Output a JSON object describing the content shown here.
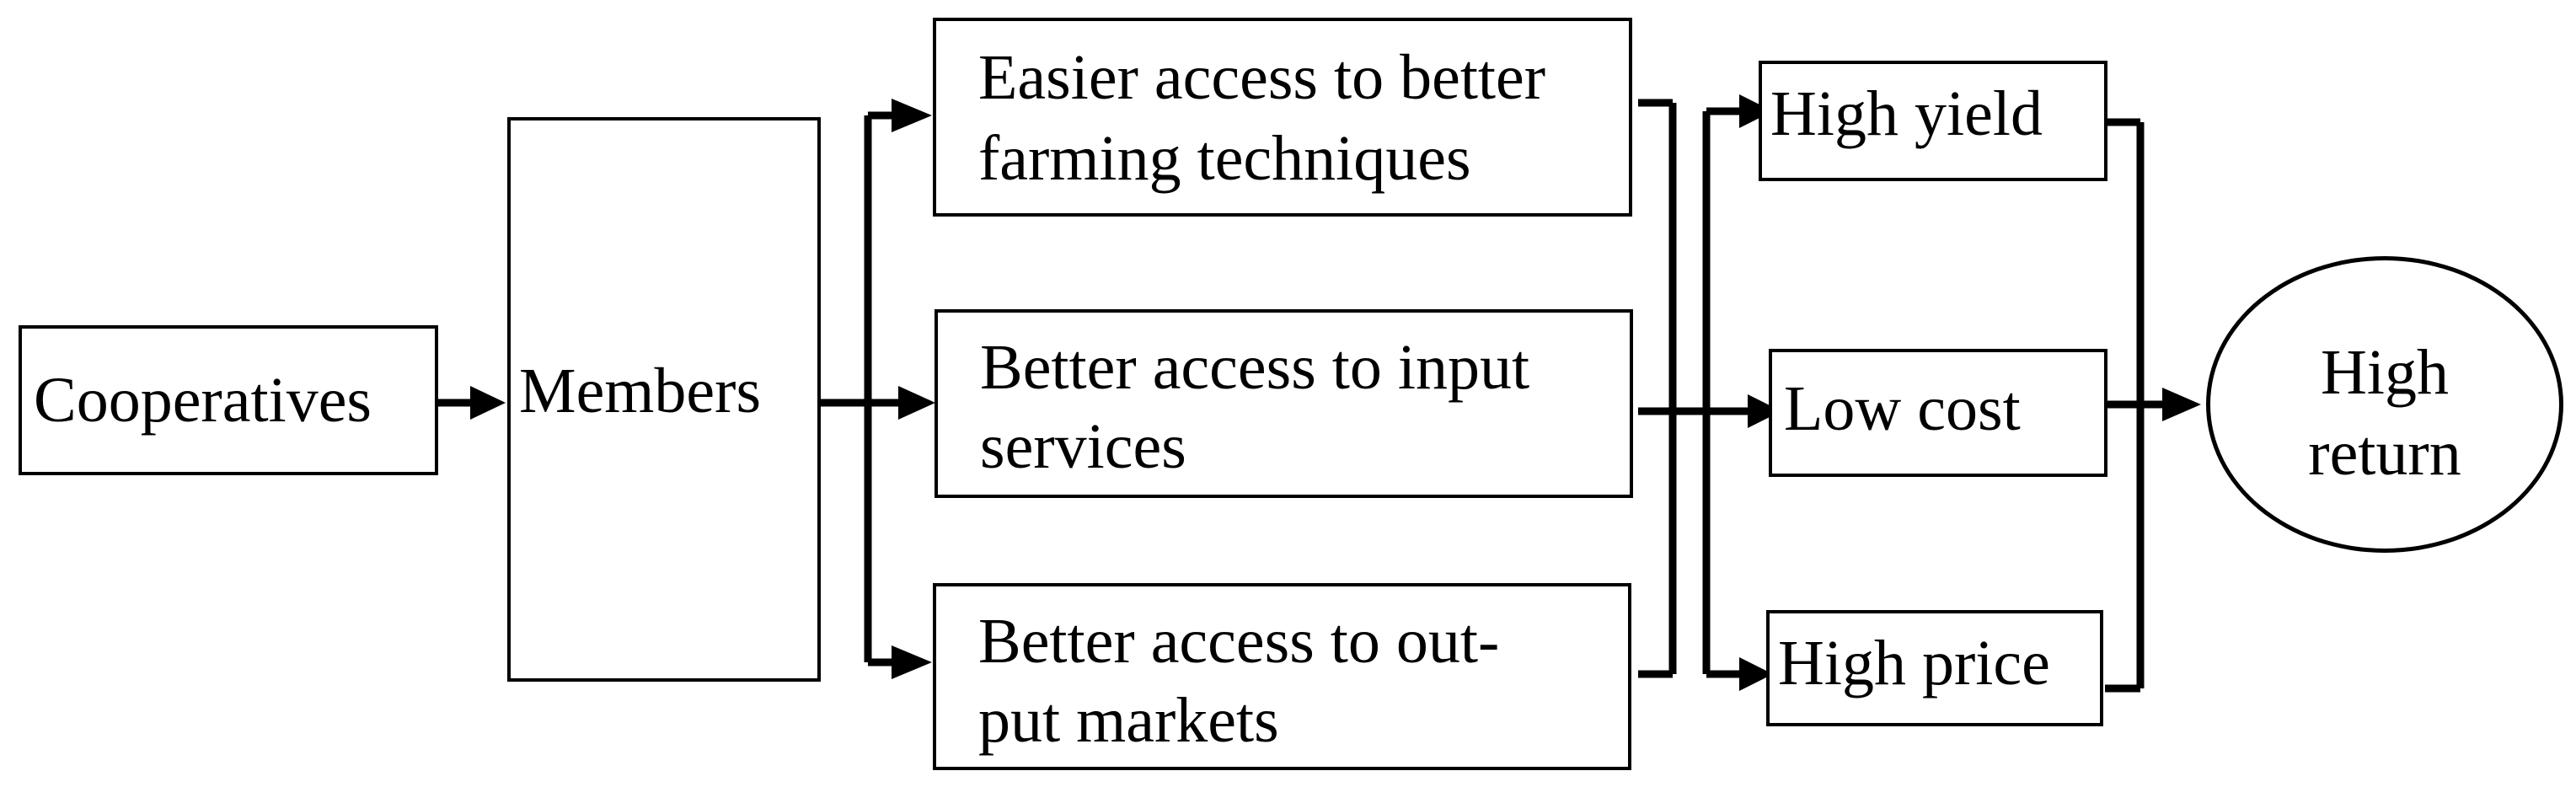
{
  "nodes": {
    "cooperatives": "Cooperatives",
    "members": "Members",
    "techniques": [
      "Easier access to better",
      "farming techniques"
    ],
    "input": [
      "Better access to input",
      "services"
    ],
    "output": [
      "Better access to out-",
      "put markets"
    ],
    "yield": "High yield",
    "cost": "Low cost",
    "price": "High price",
    "return": [
      "High",
      "return"
    ]
  }
}
